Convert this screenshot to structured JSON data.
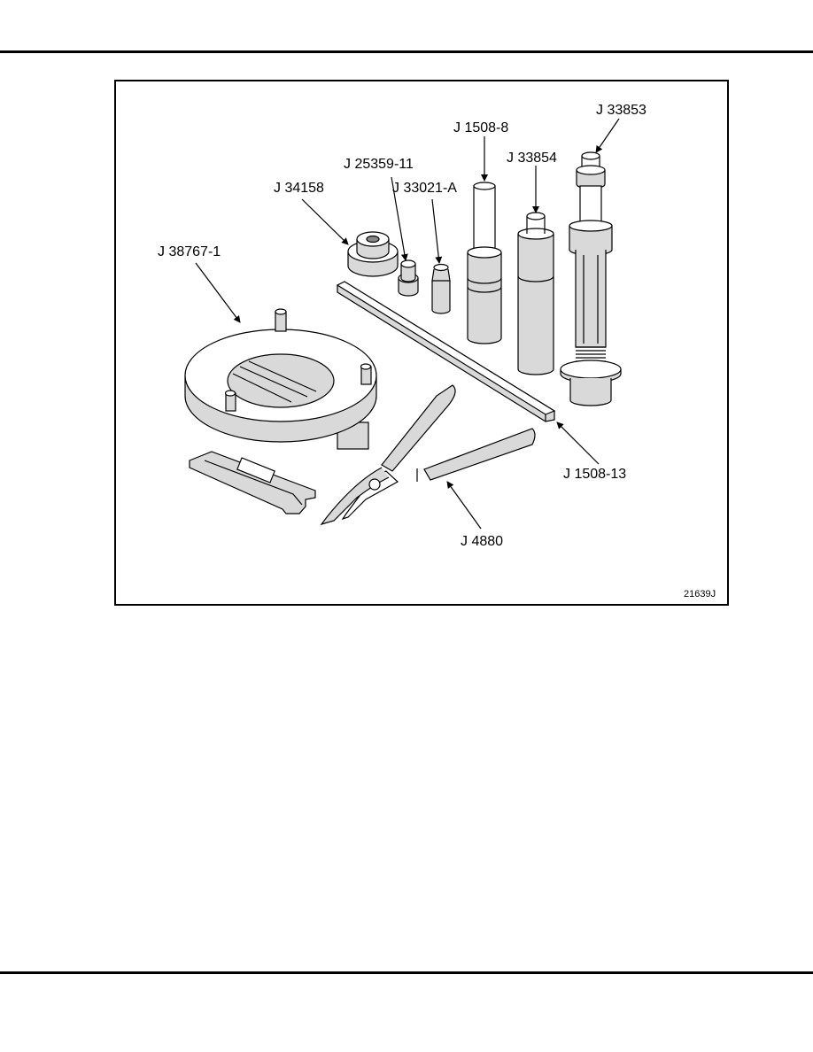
{
  "page": {
    "figure_id": "21639J"
  },
  "tools": [
    {
      "id": "j38767-1",
      "label": "J 38767-1"
    },
    {
      "id": "j34158",
      "label": "J 34158"
    },
    {
      "id": "j25359-11",
      "label": "J 25359-11"
    },
    {
      "id": "j33021-a",
      "label": "J 33021-A"
    },
    {
      "id": "j1508-8",
      "label": "J 1508-8"
    },
    {
      "id": "j33854",
      "label": "J 33854"
    },
    {
      "id": "j33853",
      "label": "J 33853"
    },
    {
      "id": "j1508-13",
      "label": "J 1508-13"
    },
    {
      "id": "j4880",
      "label": "J 4880"
    }
  ],
  "colors": {
    "rule": "#000000",
    "ink": "#000000",
    "shade": "#d9d9d9",
    "paper": "#ffffff"
  }
}
